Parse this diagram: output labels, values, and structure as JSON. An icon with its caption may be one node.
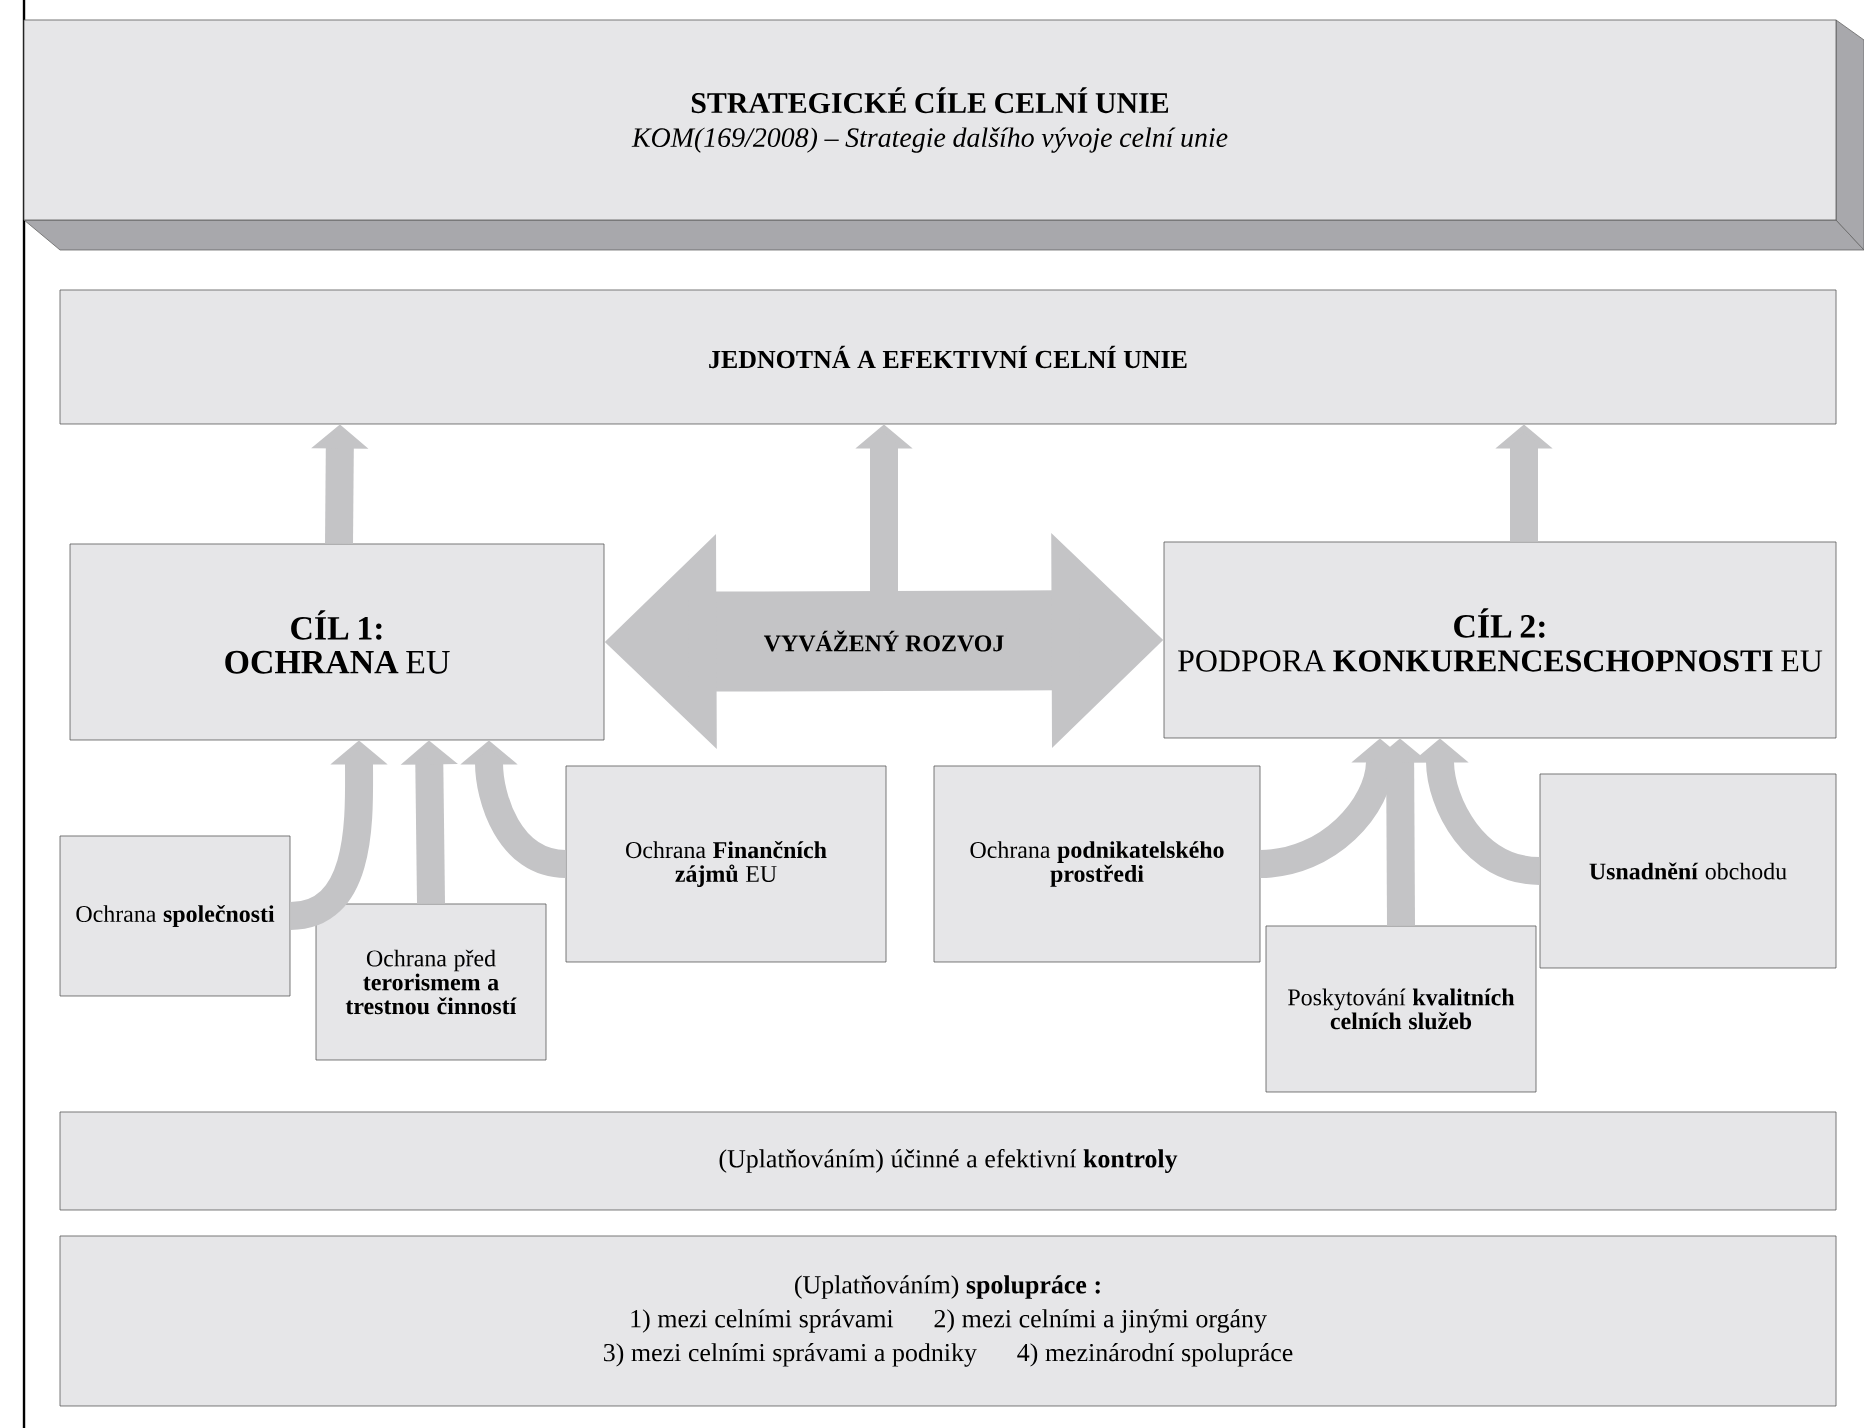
{
  "diagram": {
    "nodes": [
      {
        "text": [
          "STRATEGICKÉ CÍLE CELNÍ UNIE",
          "KOM(169/2008) – Strategie dalšího vývoje celní unie"
        ]
      },
      {
        "text": [
          "JEDNOTNÁ A EFEKTIVNÍ CELNÍ UNIE"
        ]
      },
      {
        "text": [
          "CÍL 1:",
          "**OCHRANA** EU"
        ]
      },
      {
        "text": [
          "CÍL 2:",
          "PODPORA **KONKURENCESCHOPNOSTI** EU"
        ]
      },
      {
        "text": [
          "Ochrana **společnosti**"
        ]
      },
      {
        "text": [
          "Ochrana před **terorismem a trestnou činností**"
        ]
      },
      {
        "text": [
          "Ochrana **Finančních zájmů** EU"
        ]
      },
      {
        "text": [
          "Ochrana **podnikatelského prostředi**"
        ]
      },
      {
        "text": [
          "Poskytování **kvalitních celních služeb**"
        ]
      },
      {
        "text": [
          "**Usnadnění** obchodu"
        ]
      },
      {
        "text": [
          "(Uplatňováním) účinné a efektivní **kontroly**"
        ]
      },
      {
        "text": [
          "(Uplatňováním) **spolupráce :**",
          "1) mezi celními správami",
          "2) mezi celními a jinými orgány",
          "3) mezi celními správami a podniky",
          "4) mezinárodní spolupráce"
        ]
      }
    ],
    "edges": [
      {
        "from": 2,
        "to": 3,
        "arrow": "both",
        "label": "VYVÁŽENÝ ROZVOJ",
        "style": "thick"
      },
      {
        "from": 2,
        "to": 1,
        "arrow": "to"
      },
      {
        "from": null,
        "to": 1,
        "arrow": "to"
      },
      {
        "from": 3,
        "to": 1,
        "arrow": "to"
      },
      {
        "from": 4,
        "to": 2,
        "arrow": "to"
      },
      {
        "from": 5,
        "to": 2,
        "arrow": "to"
      },
      {
        "from": 6,
        "to": 2,
        "arrow": "to"
      },
      {
        "from": 7,
        "to": 3,
        "arrow": "to"
      },
      {
        "from": 8,
        "to": 3,
        "arrow": "to"
      },
      {
        "from": 9,
        "to": 3,
        "arrow": "to"
      }
    ]
  }
}
